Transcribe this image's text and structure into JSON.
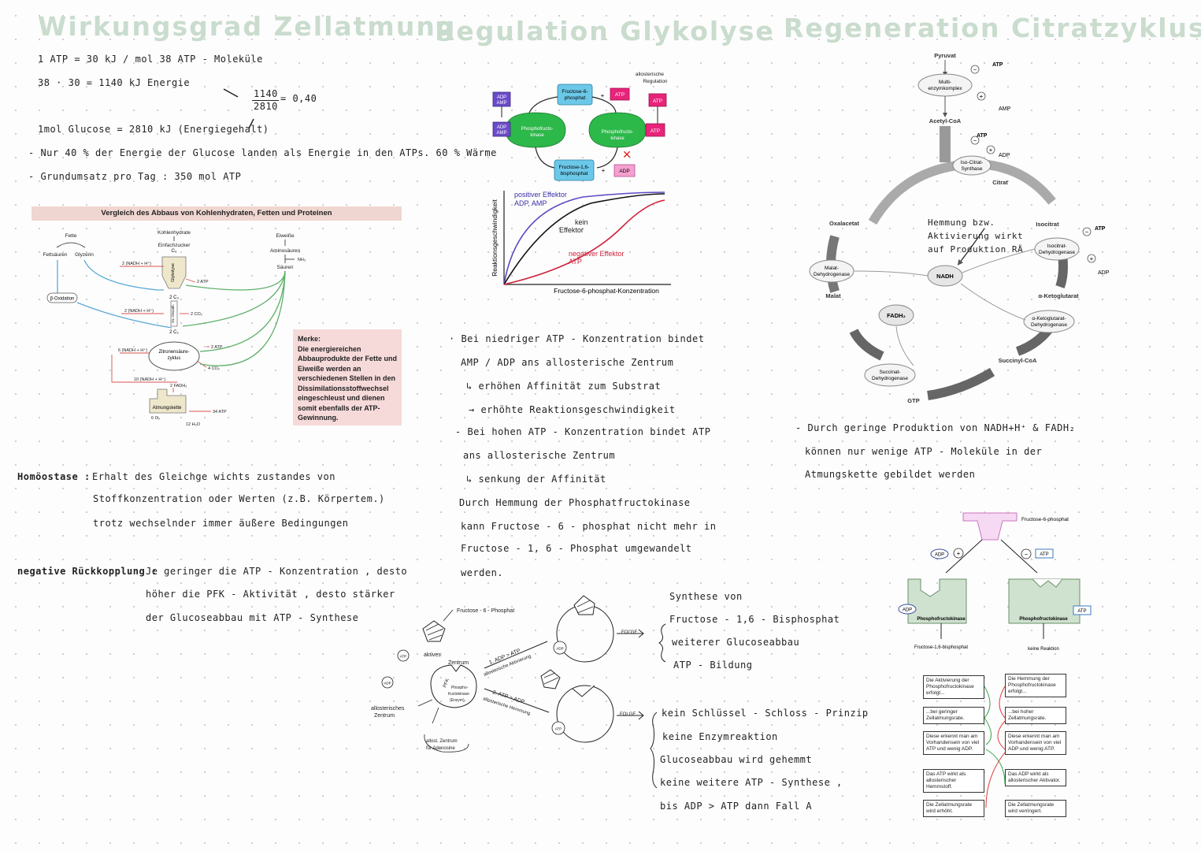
{
  "titles": {
    "left": "Wirkungsgrad Zellatmung",
    "middle": "Regulation Glykolyse",
    "right": "Regeneration Citratzyklus"
  },
  "left": {
    "lines": [
      "1 ATP  = 30  kJ / mol      38  ATP - Moleküle",
      "38  ·  30  =  1140  kJ   Energie",
      "1140",
      "2810",
      "= 0,40",
      "1mol  Glucose  =  2810  kJ   (Energiegehalt)",
      "- Nur  40 %  der  Energie  der  Glucose  landen  als  Energie  in  den  ATPs.   60 %  Wärme",
      "- Grundumsatz  pro  Tag :   350 mol   ATP"
    ],
    "figure": {
      "title": "Vergleich des Abbaus von Kohlenhydraten, Fetten und Proteinen",
      "labels": {
        "fette": "Fette",
        "fettsaeuren": "Fettsäuren",
        "glyzerin": "Glyzerin",
        "kohlenhydrate": "Kohlenhydrate",
        "einfachzucker": "Einfachzucker",
        "c6": "C₆",
        "eiweisse": "Eiweiße",
        "aminosaeuren": "Aminosäuren",
        "nh3": "NH₃",
        "saeuren": "Säuren",
        "beta": "β-Oxidation",
        "glykolyse": "Glykolyse",
        "nadh2a": "2 (NADH + H⁺)",
        "atp2a": "2 ATP",
        "c3": "2 C₃",
        "nadh2b": "2 (NADH + H⁺)",
        "decarb": "Ox. Decarb.",
        "co2a": "2 CO₂",
        "c2": "2 C₂",
        "nadh6": "6 (NADH + H⁺)",
        "zitronen": "Zitronensäure-",
        "zyklus": "zyklus",
        "atp2b": "2 ATP",
        "co2b": "4 CO₂",
        "nadh10": "10 (NADH + H⁺)",
        "fadh": "2 FADH₂",
        "atmungskette": "Atmungskette",
        "atp34": "34 ATP",
        "o2": "6 O₂",
        "h2o": "12 H₂O"
      },
      "merke_title": "Merke:",
      "merke_text": "Die energiereichen Abbauprodukte der Fette und Eiweiße werden an verschiedenen Stellen in den Dissimilationsstoffwechsel eingeschleust und dienen somit ebenfalls der ATP-Gewinnung."
    },
    "homoeo_label": "Homöostase :",
    "homoeo_lines": [
      "Erhalt  des  Gleichge wichts zustandes  von",
      "Stoffkonzentration  oder  Werten  (z.B.  Körpertem.)",
      "trotz  wechselnder   immer äußere  Bedingungen"
    ],
    "neg_label": "negative Rückkopplung :",
    "neg_lines": [
      "Je geringer  die  ATP - Konzentration ,  desto",
      "höher  die   PFK - Aktivität  , desto  stärker",
      "der  Glucoseabbau  mit  ATP - Synthese"
    ]
  },
  "middle": {
    "pfk_figure": {
      "allost": [
        "allosterische",
        "Regulation"
      ],
      "f6p": [
        "Fructose-6-",
        "phosphat"
      ],
      "adp_amp": [
        "ADP",
        "AMP"
      ],
      "pfk": [
        "Phosphofructo-",
        "kinase"
      ],
      "atp": "ATP",
      "plus": "+",
      "adp": "ADP",
      "f16": [
        "Fructose-1,6-",
        "bisphosphat"
      ]
    },
    "graph": {
      "ylabel": "Reaktionsgeschwindigkeit",
      "xlabel": "Fructose-6-phosphat-Konzentration",
      "pos": [
        "positiver Effektor",
        "ADP, AMP"
      ],
      "kein": [
        "kein",
        "Effektor"
      ],
      "neg": [
        "negativer Effektor",
        "ATP"
      ]
    },
    "lines": [
      "·  Bei  niedriger  ATP - Konzentration  bindet",
      "AMP / ADP   ans   allosterische  Zentrum",
      "↳  erhöhen  Affinität  zum  Substrat",
      "→  erhöhte  Reaktionsgeschwindigkeit",
      "- Bei  hohen  ATP - Konzentration  bindet  ATP",
      "ans  allosterische  Zentrum",
      "↳ senkung  der   Affinität",
      "Durch  Hemmung  der  Phosphatfructokinase",
      "kann  Fructose - 6 - phosphat  nicht  mehr  in",
      "Fructose  -  1, 6 -  Phosphat  umgewandelt",
      "werden."
    ],
    "sketch": {
      "f6p": "Fructose - 6 - Phosphat",
      "aktives": "aktives",
      "zentrum": "Zentrum",
      "pfk": "PFK",
      "phospho": [
        "Phospho-",
        "fructokinase",
        "(Enzym)"
      ],
      "allost": [
        "allosterisches",
        "Zentrum"
      ],
      "allost2": [
        "allost. Zentrum",
        "für Adenosine"
      ],
      "case1": "1.  ADP > ATP",
      "case1b": "allosterische Aktivierung",
      "case2": "2.  ATP > ADP",
      "case2b": "allosterische Hemmung",
      "folge": "FOLGE",
      "atp": "ATP",
      "adp": "ADP"
    },
    "results1": [
      "Synthese  von",
      "Fructose  -  1,6 - Bisphosphat",
      "weiterer  Glucoseabbau",
      "ATP - Bildung"
    ],
    "results2": [
      "kein  Schlüssel - Schloss - Prinzip",
      "keine  Enzymreaktion",
      "Glucoseabbau  wird  gehemmt",
      "keine  weitere  ATP - Synthese ,",
      "bis  ADP > ATP  dann   Fall A"
    ]
  },
  "right": {
    "cycle": {
      "pyruvat": "Pyruvat",
      "multi": [
        "Multi-",
        "enzymkomplex"
      ],
      "acetyl": "Acetyl-CoA",
      "atp": "ATP",
      "amp": "AMP",
      "adp": "ADP",
      "iso_syn": [
        "Iso-Citrat-",
        "Synthase"
      ],
      "citrat": "Citrat",
      "isocitrat": "Isocitrat",
      "iso_deh": [
        "Isocitrat-",
        "Dehydrogenase"
      ],
      "akg": "α-Ketoglutarat",
      "akg_deh": [
        "α-Ketoglutarat-",
        "Dehydrogenase"
      ],
      "succinyl": "Succinyl-CoA",
      "succ_deh": [
        "Succinat-",
        "Dehydrogenase"
      ],
      "gtp": "GTP",
      "fadh2": "FADH₂",
      "malat": "Malat",
      "malat_deh": [
        "Malat-",
        "Dehydrogenase"
      ],
      "oxalacetat": "Oxalacetat",
      "nadh": "NADH",
      "minus": "−",
      "plus": "+"
    },
    "note": [
      "Hemmung  bzw.",
      "Aktivierung  wirkt",
      "auf  Produktion  RÄ"
    ],
    "lines": [
      "- Durch  geringe  Produktion  von  NADH+H⁺  &  FADH₂",
      "können  nur  wenige  ATP - Moleküle  in  der",
      "Atmungskette  gebildet  werden"
    ],
    "schema": {
      "f6p": "Fructose-6-phosphat",
      "adp": "ADP",
      "atp": "ATP",
      "plus": "+",
      "minus": "−",
      "pfk": "Phosphofructokinase",
      "f16": "Fructose-1,6-bisphosphat",
      "keine": "keine Reaktion"
    },
    "cards_left": [
      "Die Aktivierung der Phosphofructokinase erfolgt...",
      "...bei geringer Zellatmungsrate.",
      "Diese erkennt man am Vorhandensein von viel ATP und wenig ADP.",
      "Das ATP wirkt als allosterischer Hemmstoff.",
      "Die Zellatmungsrate wird erhöht."
    ],
    "cards_right": [
      "Die Hemmung der Phosphofructokinase erfolgt...",
      "...bei hoher Zellatmungsrate.",
      "Diese erkennt man am Vorhandensein von viel ADP und wenig ATP.",
      "Das ADP wirkt als allosterischer Aktivator.",
      "Die Zellatmungsrate wird verringert."
    ]
  }
}
